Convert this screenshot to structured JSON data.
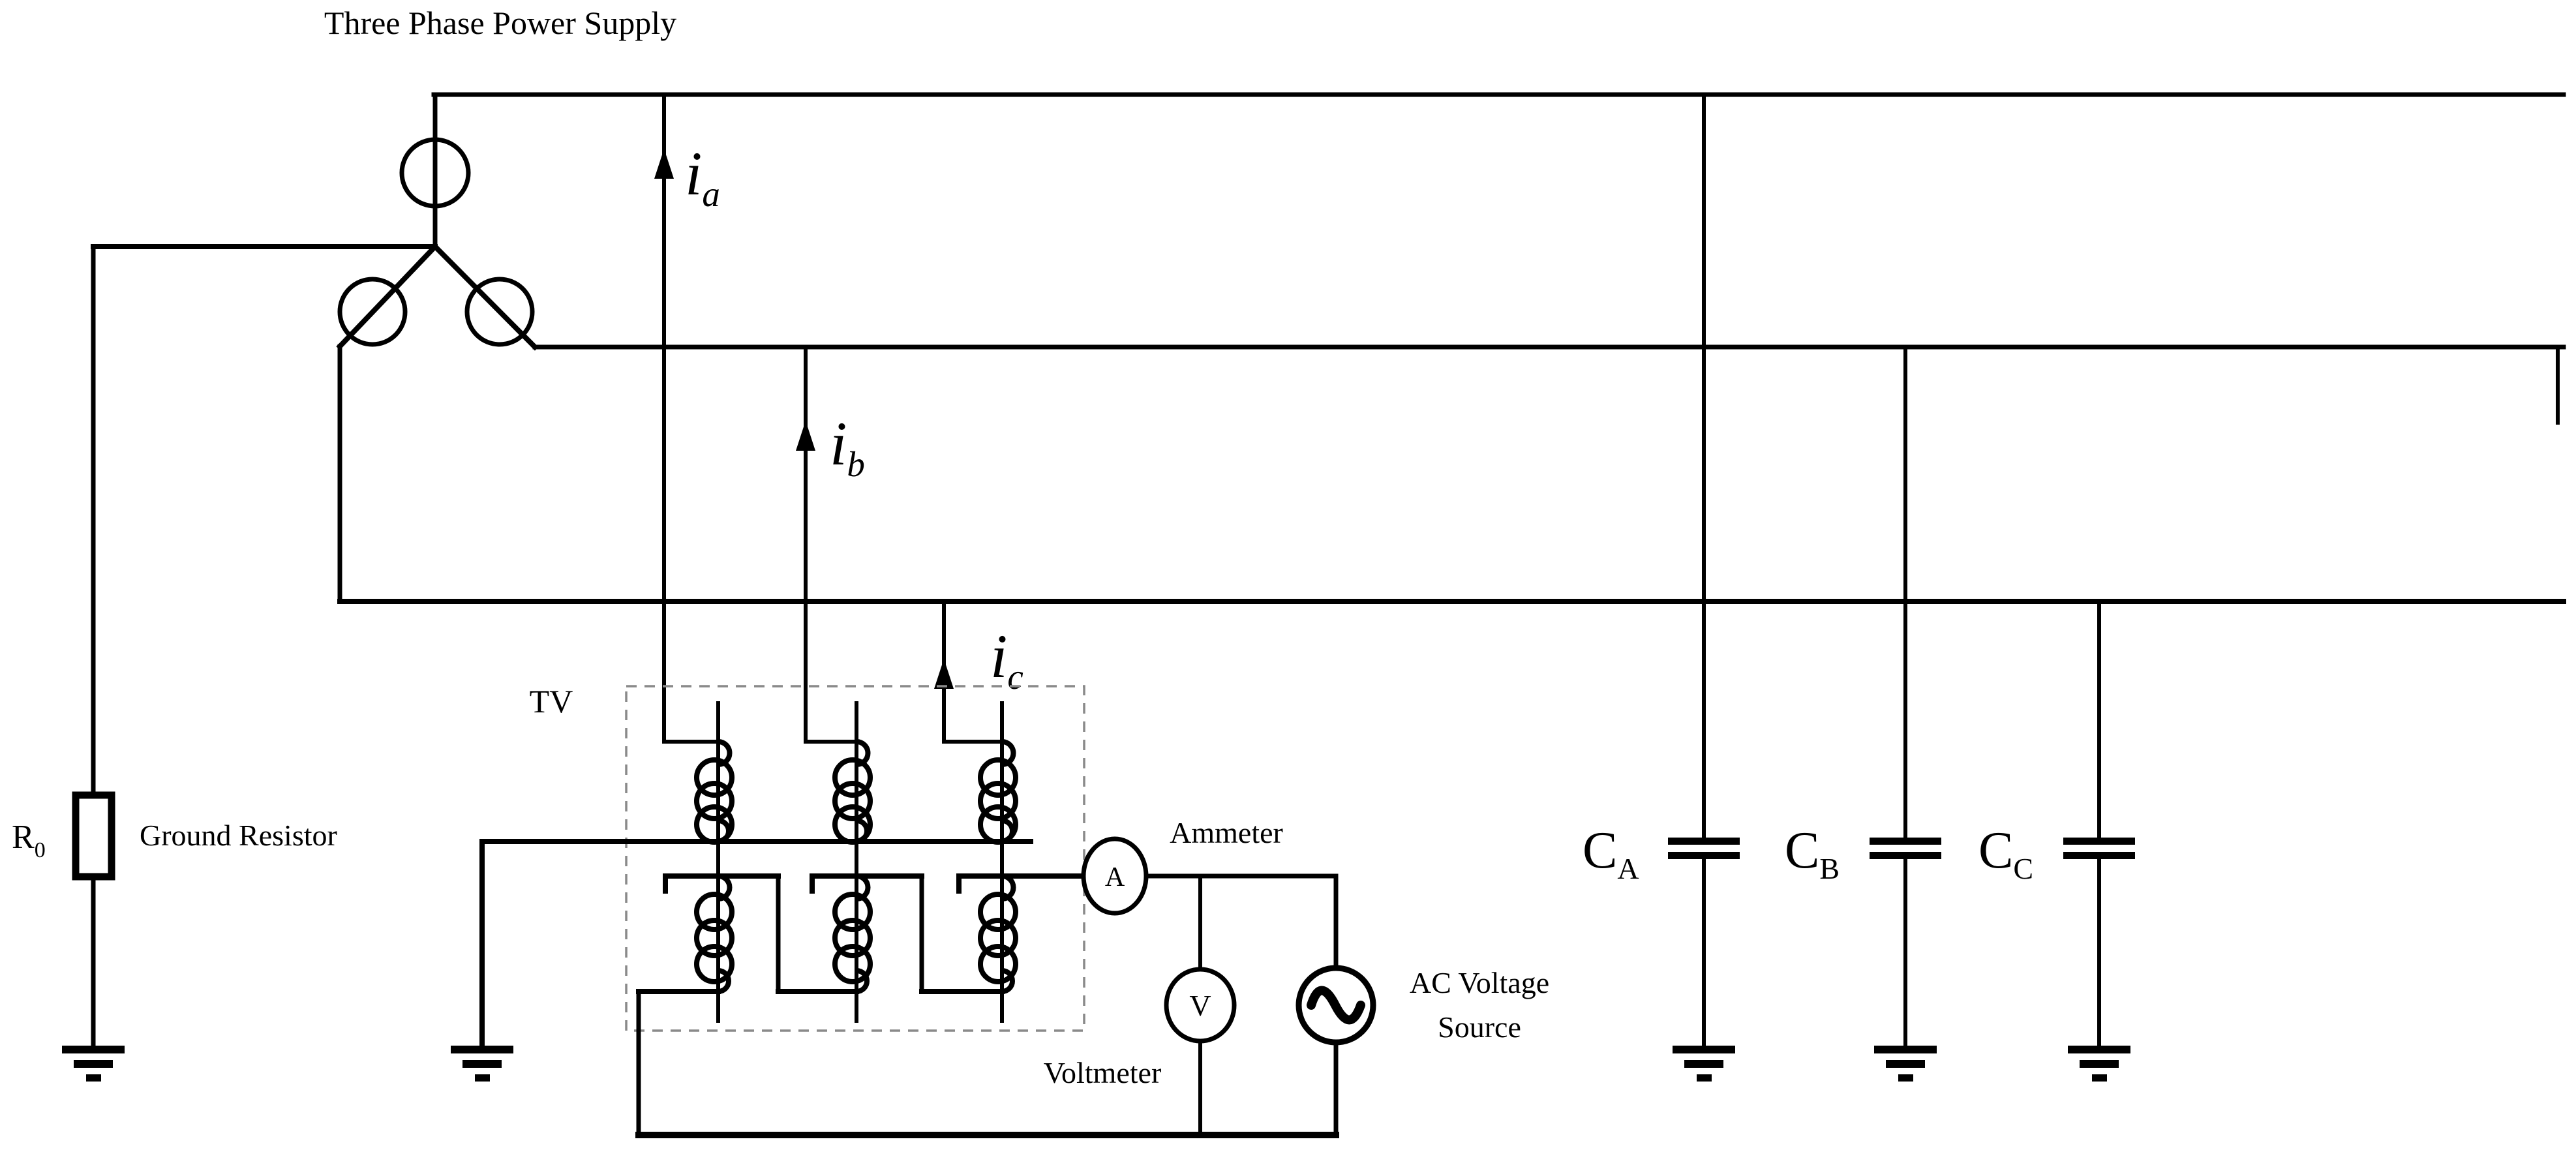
{
  "title": "Three Phase Power Supply",
  "ground_resistor": {
    "label": "Ground Resistor",
    "ref": {
      "base": "R",
      "sub": "0"
    }
  },
  "transformer": {
    "label": "TV"
  },
  "currents": {
    "ia": {
      "base": "i",
      "sub": "a"
    },
    "ib": {
      "base": "i",
      "sub": "b"
    },
    "ic": {
      "base": "i",
      "sub": "c"
    }
  },
  "meters": {
    "ammeter_label": "Ammeter",
    "ammeter_symbol": "A",
    "voltmeter_label": "Voltmeter",
    "voltmeter_symbol": "V",
    "ac_source_line1": "AC Voltage",
    "ac_source_line2": "Source"
  },
  "capacitors": {
    "ca": {
      "base": "C",
      "sub": "A"
    },
    "cb": {
      "base": "C",
      "sub": "B"
    },
    "cc": {
      "base": "C",
      "sub": "C"
    }
  },
  "colors": {
    "wire": "#000000",
    "background": "#ffffff",
    "dashed_box": "#8a8a8a"
  }
}
